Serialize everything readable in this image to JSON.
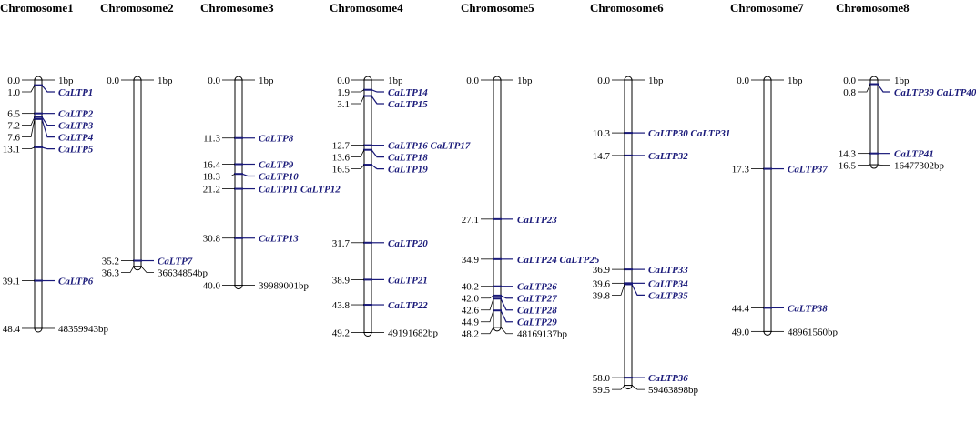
{
  "colors": {
    "gene": "#1a1a7a",
    "axis": "#000000",
    "background": "#ffffff"
  },
  "chromosomes": [
    {
      "title": "Chromosome1",
      "length_mb": 48.4,
      "start_label": "1bp",
      "end_label": "48359943bp",
      "genes": [
        {
          "pos": "1.0",
          "label": "CaLTP1"
        },
        {
          "pos": "6.5",
          "label": "CaLTP2"
        },
        {
          "pos": "7.2",
          "label": "CaLTP3"
        },
        {
          "pos": "7.6",
          "label": "CaLTP4"
        },
        {
          "pos": "13.1",
          "label": "CaLTP5"
        },
        {
          "pos": "39.1",
          "label": "CaLTP6"
        }
      ]
    },
    {
      "title": "Chromosome2",
      "length_mb": 36.3,
      "start_label": "1bp",
      "end_label": "36634854bp",
      "genes": [
        {
          "pos": "35.2",
          "label": "CaLTP7"
        }
      ]
    },
    {
      "title": "Chromosome3",
      "length_mb": 40.0,
      "start_label": "1bp",
      "end_label": "39989001bp",
      "genes": [
        {
          "pos": "11.3",
          "label": "CaLTP8"
        },
        {
          "pos": "16.4",
          "label": "CaLTP9"
        },
        {
          "pos": "18.3",
          "label": "CaLTP10"
        },
        {
          "pos": "21.2",
          "label": "CaLTP11 CaLTP12"
        },
        {
          "pos": "30.8",
          "label": "CaLTP13"
        }
      ]
    },
    {
      "title": "Chromosome4",
      "length_mb": 49.2,
      "start_label": "1bp",
      "end_label": "49191682bp",
      "genes": [
        {
          "pos": "1.9",
          "label": "CaLTP14"
        },
        {
          "pos": "3.1",
          "label": "CaLTP15"
        },
        {
          "pos": "12.7",
          "label": "CaLTP16 CaLTP17"
        },
        {
          "pos": "13.6",
          "label": "CaLTP18"
        },
        {
          "pos": "16.5",
          "label": "CaLTP19"
        },
        {
          "pos": "31.7",
          "label": "CaLTP20"
        },
        {
          "pos": "38.9",
          "label": "CaLTP21"
        },
        {
          "pos": "43.8",
          "label": "CaLTP22"
        }
      ]
    },
    {
      "title": "Chromosome5",
      "length_mb": 48.2,
      "start_label": "1bp",
      "end_label": "48169137bp",
      "genes": [
        {
          "pos": "27.1",
          "label": "CaLTP23"
        },
        {
          "pos": "34.9",
          "label": "CaLTP24 CaLTP25"
        },
        {
          "pos": "40.2",
          "label": "CaLTP26"
        },
        {
          "pos": "42.0",
          "label": "CaLTP27"
        },
        {
          "pos": "42.6",
          "label": "CaLTP28"
        },
        {
          "pos": "44.9",
          "label": "CaLTP29"
        }
      ]
    },
    {
      "title": "Chromosome6",
      "length_mb": 59.5,
      "start_label": "1bp",
      "end_label": "59463898bp",
      "genes": [
        {
          "pos": "10.3",
          "label": "CaLTP30 CaLTP31"
        },
        {
          "pos": "14.7",
          "label": "CaLTP32"
        },
        {
          "pos": "36.9",
          "label": "CaLTP33"
        },
        {
          "pos": "39.6",
          "label": "CaLTP34"
        },
        {
          "pos": "39.8",
          "label": "CaLTP35"
        },
        {
          "pos": "58.0",
          "label": "CaLTP36"
        }
      ]
    },
    {
      "title": "Chromosome7",
      "length_mb": 49.0,
      "start_label": "1bp",
      "end_label": "48961560bp",
      "genes": [
        {
          "pos": "17.3",
          "label": "CaLTP37"
        },
        {
          "pos": "44.4",
          "label": "CaLTP38"
        }
      ]
    },
    {
      "title": "Chromosome8",
      "length_mb": 16.5,
      "start_label": "1bp",
      "end_label": "16477302bp",
      "genes": [
        {
          "pos": "0.8",
          "label": "CaLTP39 CaLTP40"
        },
        {
          "pos": "14.3",
          "label": "CaLTP41"
        }
      ]
    }
  ]
}
